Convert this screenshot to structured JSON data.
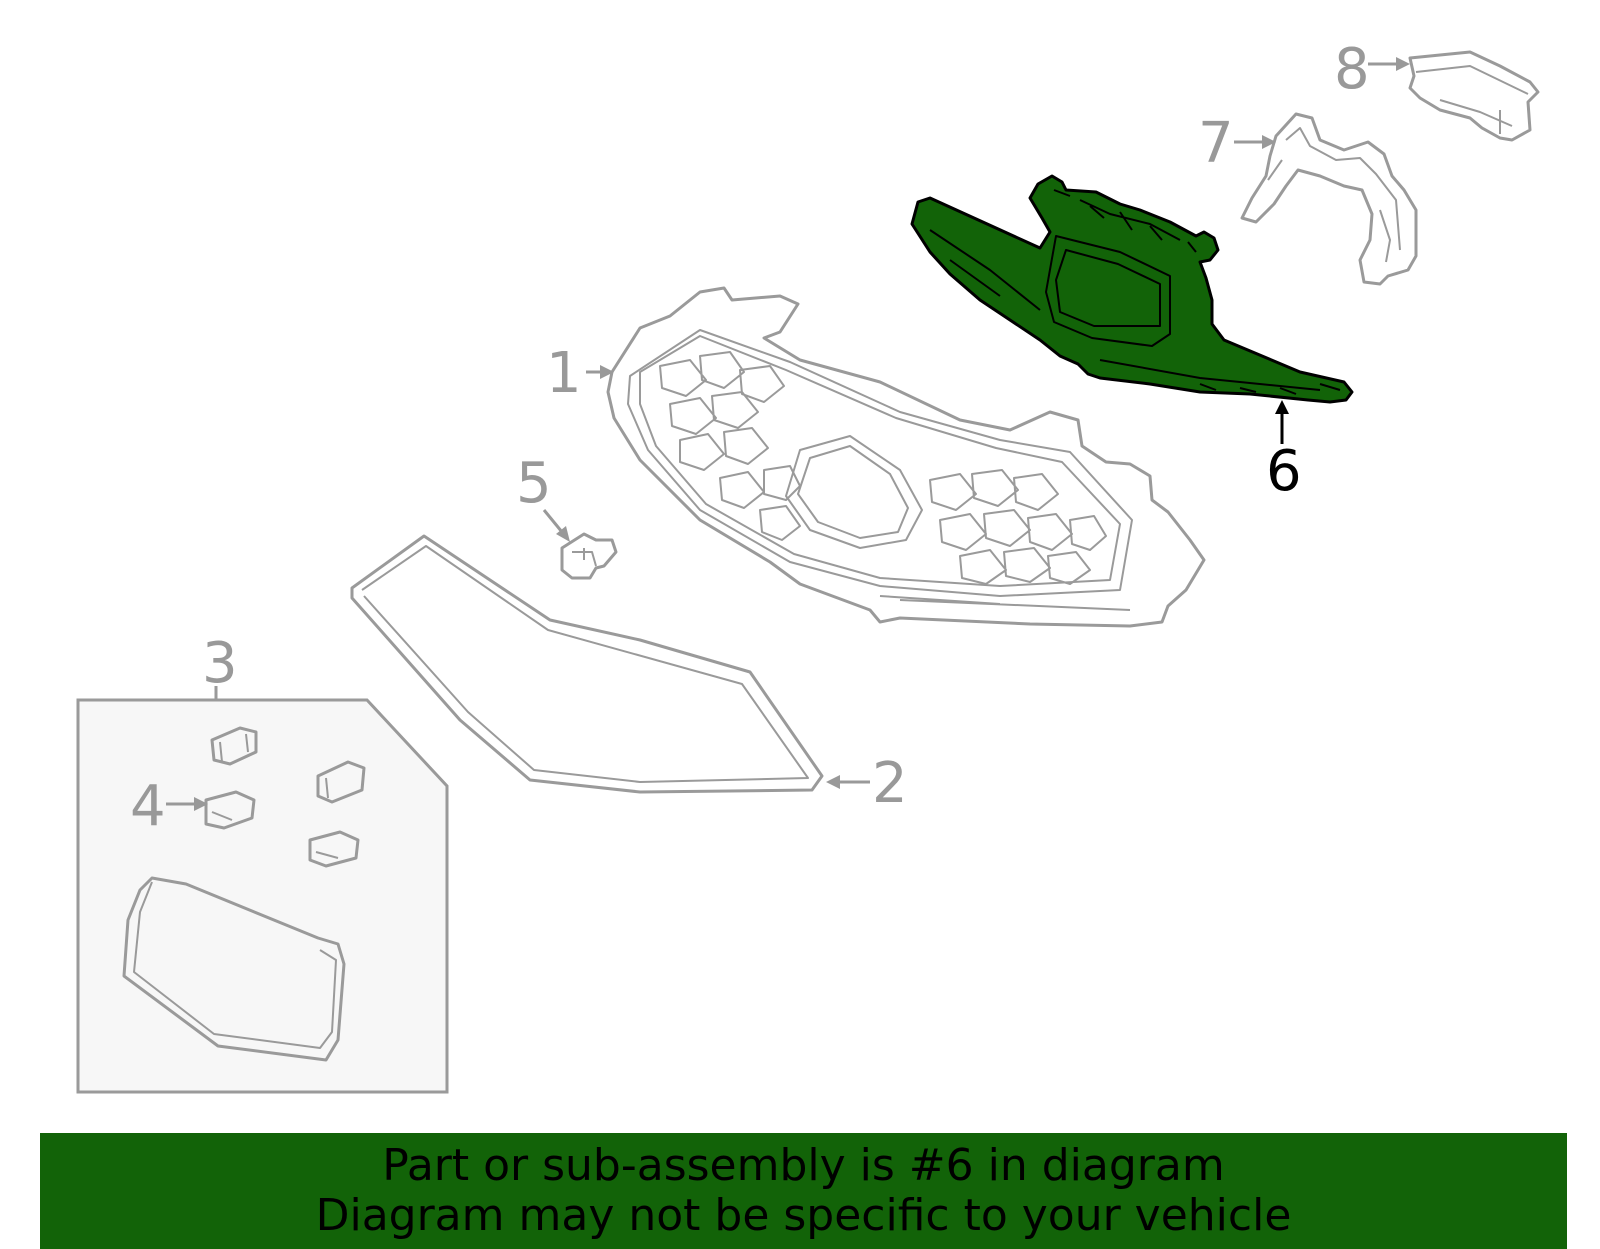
{
  "callouts": {
    "c1": "1",
    "c2": "2",
    "c3": "3",
    "c4": "4",
    "c5": "5",
    "c6": "6",
    "c7": "7",
    "c8": "8"
  },
  "highlighted_part": "6",
  "colors": {
    "highlight_fill": "#126308",
    "banner": "#126308",
    "line_gray": "#9a9a9a",
    "inset_fill": "#f7f7f7"
  },
  "banner": {
    "line1": "Part or sub-assembly is #6 in diagram",
    "line2": "Diagram may not be specific to your vehicle"
  }
}
